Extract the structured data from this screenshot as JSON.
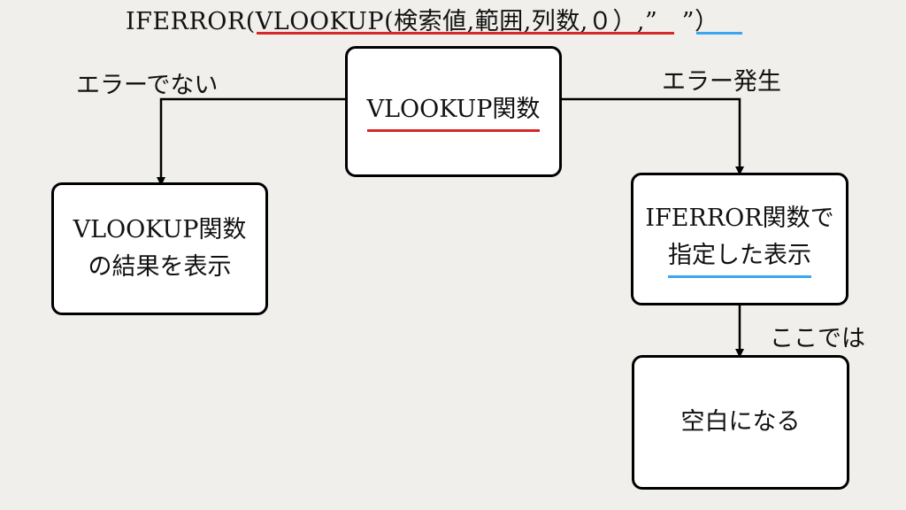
{
  "formula": "IFERROR(VLOOKUP(検索値,範囲,列数,０）,”　”）",
  "labels": {
    "no_error": "エラーでない",
    "error": "エラー発生",
    "here": "ここでは"
  },
  "boxes": {
    "vlookup": "VLOOKUP関数",
    "result_line1": "VLOOKUP関数",
    "result_line2": "の結果を表示",
    "iferror_line1": "IFERROR関数で",
    "iferror_line2": "指定した表示",
    "blank": "空白になる"
  },
  "colors": {
    "accent_red": "#d62828",
    "accent_blue": "#3aa6f0"
  }
}
